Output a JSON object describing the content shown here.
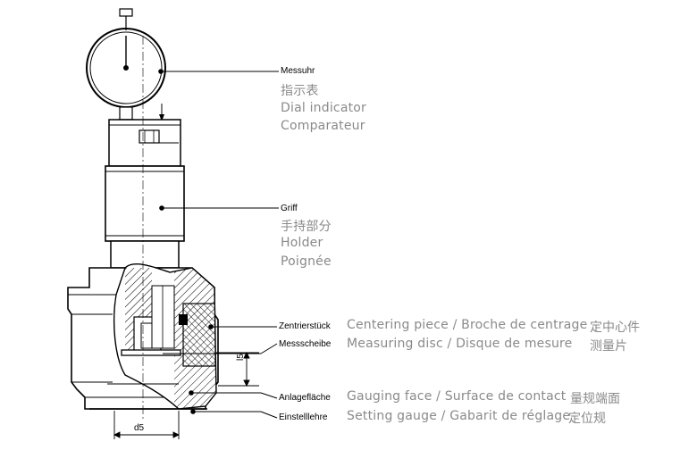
{
  "callouts": {
    "dial": {
      "de": "Messuhr",
      "zh": "指示表",
      "en": "Dial indicator",
      "fr": "Comparateur"
    },
    "holder": {
      "de": "Griff",
      "zh": "手持部分",
      "en": "Holder",
      "fr": "Poignée"
    },
    "centering": {
      "de": "Zentrierstück",
      "text": "Centering piece / Broche de centrage",
      "zh": "定中心件"
    },
    "disc": {
      "de": "Messscheibe",
      "text": "Measuring disc / Disque de mesure",
      "zh": "测量片"
    },
    "face": {
      "de": "Anlagefläche",
      "text": "Gauging face / Surface de contact",
      "zh": "量规端面"
    },
    "setting": {
      "de": "Einstelllehre",
      "text": "Setting gauge / Gabarit de réglage",
      "zh": "定位规"
    }
  },
  "dimensions": {
    "l5": "l5",
    "d5": "d5"
  },
  "colors": {
    "line": "#000000",
    "label_gray": "#8a8a8a"
  }
}
